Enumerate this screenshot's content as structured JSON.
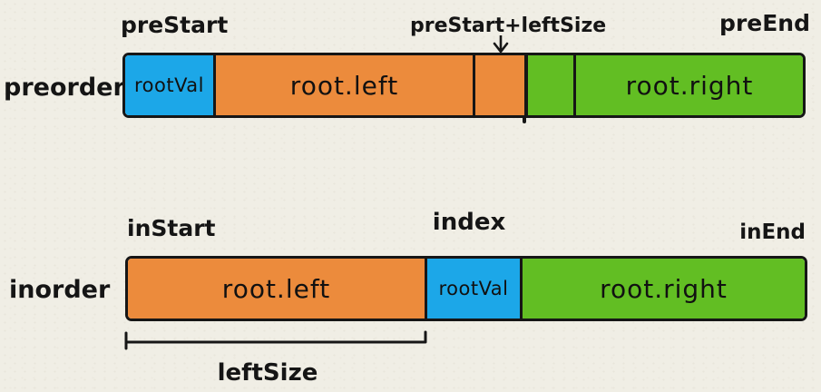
{
  "title": "preorder-inorder traversal array split diagram",
  "colors": {
    "background": "#F0EEE5",
    "blue": "#1CA7E8",
    "orange": "#EC8B3C",
    "green": "#62BE23",
    "stroke": "#161616"
  },
  "preorder_row": {
    "row_label": "preorder",
    "pointer_labels": {
      "start": "preStart",
      "split": "preStart+leftSize",
      "end": "preEnd"
    },
    "segments": [
      {
        "label": "rootVal",
        "color": "blue"
      },
      {
        "label": "root.left",
        "color": "orange"
      },
      {
        "label": "",
        "color": "orange"
      },
      {
        "label": "",
        "color": "green"
      },
      {
        "label": "root.right",
        "color": "green"
      }
    ]
  },
  "inorder_row": {
    "row_label": "inorder",
    "pointer_labels": {
      "start": "inStart",
      "index": "index",
      "end": "inEnd"
    },
    "segments": [
      {
        "label": "root.left",
        "color": "orange"
      },
      {
        "label": "rootVal",
        "color": "blue"
      },
      {
        "label": "root.right",
        "color": "green"
      }
    ]
  },
  "measure": {
    "label": "leftSize"
  }
}
